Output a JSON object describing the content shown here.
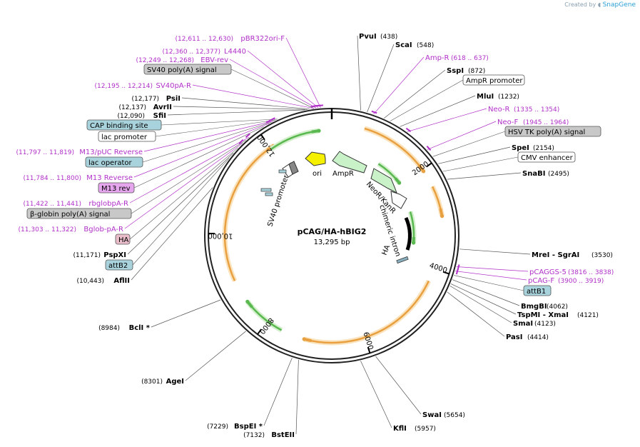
{
  "credit": {
    "prefix": "Created by",
    "brand": "SnapGene"
  },
  "plasmid": {
    "name": "pCAG/HA-hBIG2",
    "size_label": "13,295 bp"
  },
  "ticks": [
    "2000",
    "4000",
    "6000",
    "8000",
    "10,000",
    "12,000"
  ],
  "features": [
    {
      "label": "ori",
      "type": "rep_origin",
      "color": "#f5f000"
    },
    {
      "label": "AmpR",
      "type": "cds",
      "color": "#c9f2c9"
    },
    {
      "label": "NeoR/KanR",
      "type": "cds",
      "color": "#c9f2c9"
    },
    {
      "label": "SV40 promoter",
      "type": "promoter",
      "color": "#ffffff"
    },
    {
      "label": "chimeric intron",
      "type": "intron",
      "color": "#000000"
    },
    {
      "label": "HA",
      "type": "tag",
      "color": "#8ab0c0"
    }
  ],
  "left_labels": [
    {
      "id": "pbr322",
      "kind": "primer",
      "pos": "(12,611 .. 12,630)",
      "name": "pBR322ori-F"
    },
    {
      "id": "l4440",
      "kind": "primer",
      "pos": "(12,360 .. 12,377)",
      "name": "L4440"
    },
    {
      "id": "ebvrev",
      "kind": "primer",
      "pos": "(12,249 .. 12,268)",
      "name": "EBV-rev"
    },
    {
      "id": "sv40polya",
      "kind": "box-gray",
      "name": "SV40 poly(A) signal"
    },
    {
      "id": "sv40par",
      "kind": "primer",
      "pos": "(12,195 .. 12,214)",
      "name": "SV40pA-R"
    },
    {
      "id": "psii",
      "kind": "enzyme",
      "pos": "(12,177)",
      "name": "PsiI"
    },
    {
      "id": "avrii",
      "kind": "enzyme",
      "pos": "(12,137)",
      "name": "AvrII"
    },
    {
      "id": "sfii",
      "kind": "enzyme",
      "pos": "(12,090)",
      "name": "SfiI"
    },
    {
      "id": "cap",
      "kind": "box-teal",
      "name": "CAP binding site"
    },
    {
      "id": "lacprom",
      "kind": "box-white",
      "name": "lac promoter"
    },
    {
      "id": "m13puc",
      "kind": "primer",
      "pos": "(11,797 .. 11,819)",
      "name": "M13/pUC Reverse"
    },
    {
      "id": "lacop",
      "kind": "box-teal",
      "name": "lac operator"
    },
    {
      "id": "m13rev",
      "kind": "primer",
      "pos": "(11,784 .. 11,800)",
      "name": "M13 Reverse"
    },
    {
      "id": "m13revbox",
      "kind": "box-pink",
      "name": "M13 rev"
    },
    {
      "id": "rbglob",
      "kind": "primer",
      "pos": "(11,422 .. 11,441)",
      "name": "rbglobpA-R"
    },
    {
      "id": "bglobpa",
      "kind": "box-gray",
      "name": "β-globin poly(A) signal"
    },
    {
      "id": "bglobpar",
      "kind": "primer",
      "pos": "(11,303 .. 11,322)",
      "name": "Bglob-pA-R"
    },
    {
      "id": "ha",
      "kind": "box-rose",
      "name": "HA"
    },
    {
      "id": "pspxi",
      "kind": "enzyme",
      "pos": "(11,171)",
      "name": "PspXI"
    },
    {
      "id": "attb2",
      "kind": "box-teal",
      "name": "attB2"
    },
    {
      "id": "aflii",
      "kind": "enzyme",
      "pos": "(10,443)",
      "name": "AflII"
    },
    {
      "id": "bcli",
      "kind": "enzyme",
      "pos": "(8984)",
      "name": "BclI *"
    },
    {
      "id": "agei",
      "kind": "enzyme",
      "pos": "(8301)",
      "name": "AgeI"
    },
    {
      "id": "bspei",
      "kind": "enzyme",
      "pos": "(7229)",
      "name": "BspEI *"
    },
    {
      "id": "bsteii",
      "kind": "enzyme",
      "pos": "(7132)",
      "name": "BstEII"
    }
  ],
  "right_labels": [
    {
      "id": "pvui",
      "kind": "enzyme",
      "name": "PvuI",
      "pos": "(438)"
    },
    {
      "id": "scai",
      "kind": "enzyme",
      "name": "ScaI",
      "pos": "(548)"
    },
    {
      "id": "ampr",
      "kind": "primer",
      "name": "Amp-R",
      "pos": "(618 .. 637)"
    },
    {
      "id": "sspi",
      "kind": "enzyme",
      "name": "SspI",
      "pos": "(872)"
    },
    {
      "id": "amprprom",
      "kind": "box-white",
      "name": "AmpR promoter"
    },
    {
      "id": "mlui",
      "kind": "enzyme",
      "name": "MluI",
      "pos": "(1232)"
    },
    {
      "id": "neor",
      "kind": "primer",
      "name": "Neo-R",
      "pos": "(1335 .. 1354)"
    },
    {
      "id": "neof",
      "kind": "primer",
      "name": "Neo-F",
      "pos": "(1945 .. 1964)"
    },
    {
      "id": "hsvtk",
      "kind": "box-gray",
      "name": "HSV TK poly(A) signal"
    },
    {
      "id": "spei",
      "kind": "enzyme",
      "name": "SpeI",
      "pos": "(2154)"
    },
    {
      "id": "cmvenh",
      "kind": "box-white",
      "name": "CMV enhancer"
    },
    {
      "id": "snabi",
      "kind": "enzyme",
      "name": "SnaBI",
      "pos": "(2495)"
    },
    {
      "id": "mrei",
      "kind": "enzyme",
      "name": "MreI  - SgrAI",
      "pos": "(3530)"
    },
    {
      "id": "pcaggs5",
      "kind": "primer",
      "name": "pCAGGS-5",
      "pos": "(3816 .. 3838)"
    },
    {
      "id": "pcagf",
      "kind": "primer",
      "name": "pCAG-F",
      "pos": "(3900 .. 3919)"
    },
    {
      "id": "attb1",
      "kind": "box-teal",
      "name": "attB1"
    },
    {
      "id": "bmgbi",
      "kind": "enzyme",
      "name": "BmgBI",
      "pos": "(4062)"
    },
    {
      "id": "tspmi",
      "kind": "enzyme",
      "name": "TspMI  - XmaI",
      "pos": "(4121)"
    },
    {
      "id": "smai",
      "kind": "enzyme",
      "name": "SmaI",
      "pos": "(4123)"
    },
    {
      "id": "pasi",
      "kind": "enzyme",
      "name": "PasI",
      "pos": "(4414)"
    },
    {
      "id": "swai",
      "kind": "enzyme",
      "name": "SwaI",
      "pos": "(5654)"
    },
    {
      "id": "kfli",
      "kind": "enzyme",
      "name": "KflI",
      "pos": "(5957)"
    }
  ],
  "colors": {
    "primer": "#b030c8",
    "box_gray": "#c8c8c8",
    "box_teal": "#a9d3dc",
    "box_pink": "#e6a6ee",
    "box_rose": "#e8bcc8",
    "orange_arc": "#e8a040",
    "green_arc": "#5ab850"
  }
}
